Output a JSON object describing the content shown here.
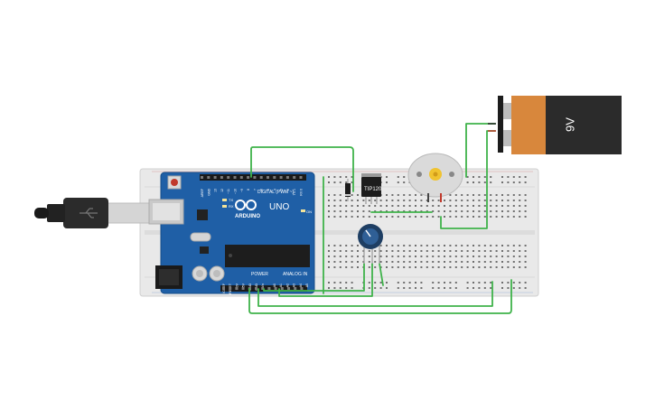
{
  "board": {
    "brand": "ARDUINO",
    "model": "UNO",
    "digital_label": "DIGITAL (PWM ~)",
    "power_label": "POWER",
    "analog_label": "ANALOG IN",
    "tx_label": "TX",
    "rx_label": "RX",
    "on_label": "ON",
    "digital_pins": [
      "AREF",
      "GND",
      "13",
      "12",
      "~11",
      "~10",
      "~9",
      "8",
      "7",
      "~6",
      "~5",
      "4",
      "~3",
      "2",
      "TX 1",
      "RX 0"
    ],
    "power_pins": [
      "IOREF",
      "RESET",
      "3.3V",
      "5V",
      "GND",
      "GND",
      "Vin"
    ],
    "analog_pins": [
      "A0",
      "A1",
      "A2",
      "A3",
      "A4",
      "A5"
    ]
  },
  "transistor": {
    "label": "TIP120"
  },
  "battery": {
    "label": "9V"
  },
  "colors": {
    "wire": "#3fb34a",
    "board": "#1f5fa6",
    "breadboard": "#e8e8e8",
    "battery_body": "#d8873c",
    "battery_cap": "#2b2b2b"
  },
  "icons": [
    "usb-cable-icon",
    "potentiometer-icon",
    "dc-motor-icon",
    "battery-icon",
    "diode-icon",
    "transistor-icon"
  ]
}
